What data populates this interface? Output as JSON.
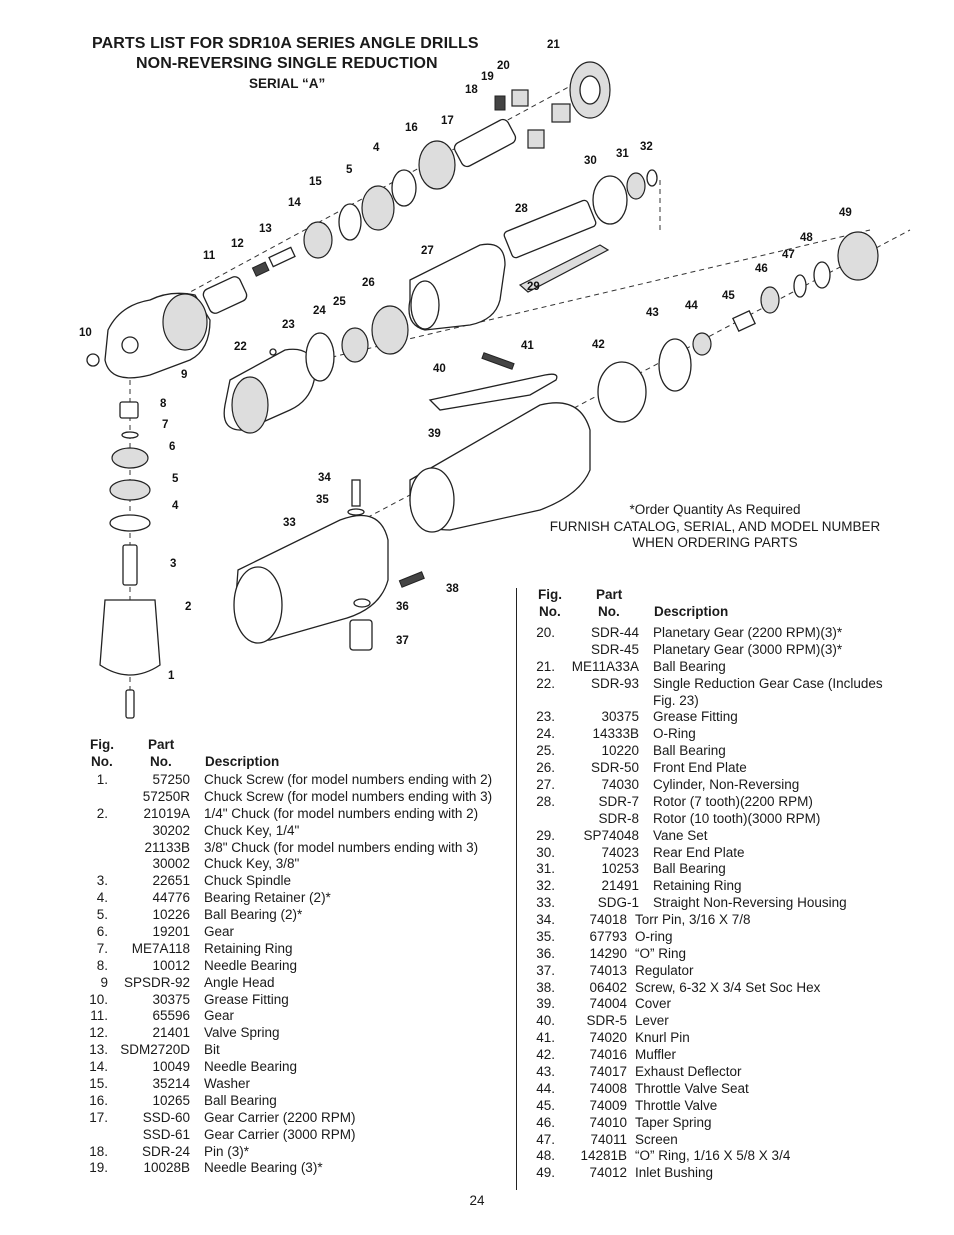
{
  "title_line1": "PARTS LIST FOR SDR10A SERIES ANGLE DRILLS",
  "title_line2": "NON-REVERSING SINGLE REDUCTION",
  "serial": "SERIAL “A”",
  "order_note": [
    "*Order Quantity As Required",
    "FURNISH CATALOG, SERIAL, AND MODEL NUMBER",
    "WHEN ORDERING PARTS"
  ],
  "headers": {
    "fig_line1": "Fig.",
    "fig_line2": "No.",
    "part_line1": "Part",
    "part_line2": "No.",
    "description": "Description"
  },
  "callouts": [
    "1",
    "2",
    "3",
    "4",
    "5",
    "6",
    "7",
    "8",
    "9",
    "10",
    "11",
    "12",
    "13",
    "14",
    "15",
    "16",
    "17",
    "18",
    "19",
    "20",
    "21",
    "22",
    "23",
    "24",
    "25",
    "26",
    "27",
    "28",
    "29",
    "30",
    "31",
    "32",
    "33",
    "34",
    "35",
    "36",
    "37",
    "38",
    "39",
    "40",
    "41",
    "42",
    "43",
    "44",
    "45",
    "46",
    "47",
    "48",
    "49",
    "4",
    "5"
  ],
  "left_rows": [
    {
      "fig": "1.",
      "part": "57250",
      "desc": "Chuck Screw (for model numbers ending with 2)"
    },
    {
      "fig": "",
      "part": "57250R",
      "desc": "Chuck Screw (for model numbers ending with 3)"
    },
    {
      "fig": "2.",
      "part": "21019A",
      "desc": "1/4\" Chuck (for model numbers ending with 2)"
    },
    {
      "fig": "",
      "part": "30202",
      "desc": "Chuck Key, 1/4\""
    },
    {
      "fig": "",
      "part": "21133B",
      "desc": "3/8\" Chuck (for model numbers ending with 3)"
    },
    {
      "fig": "",
      "part": "30002",
      "desc": "Chuck Key, 3/8\""
    },
    {
      "fig": "3.",
      "part": "22651",
      "desc": "Chuck Spindle"
    },
    {
      "fig": "4.",
      "part": "44776",
      "desc": "Bearing Retainer (2)*"
    },
    {
      "fig": "5.",
      "part": "10226",
      "desc": "Ball Bearing (2)*"
    },
    {
      "fig": "6.",
      "part": "19201",
      "desc": "Gear"
    },
    {
      "fig": "7.",
      "part": "ME7A118",
      "desc": "Retaining Ring"
    },
    {
      "fig": "8.",
      "part": "10012",
      "desc": "Needle Bearing"
    },
    {
      "fig": "9",
      "part": "SPSDR-92",
      "desc": "Angle Head"
    },
    {
      "fig": "10.",
      "part": "30375",
      "desc": "Grease Fitting"
    },
    {
      "fig": "11.",
      "part": "65596",
      "desc": "Gear"
    },
    {
      "fig": "12.",
      "part": "21401",
      "desc": "Valve Spring"
    },
    {
      "fig": "13.",
      "part": "SDM2720D",
      "desc": "Bit"
    },
    {
      "fig": "14.",
      "part": "10049",
      "desc": "Needle Bearing"
    },
    {
      "fig": "15.",
      "part": "35214",
      "desc": "Washer"
    },
    {
      "fig": "16.",
      "part": "10265",
      "desc": "Ball Bearing"
    },
    {
      "fig": "17.",
      "part": "SSD-60",
      "desc": "Gear Carrier (2200 RPM)"
    },
    {
      "fig": "",
      "part": "SSD-61",
      "desc": "Gear Carrier (3000 RPM)"
    },
    {
      "fig": "18.",
      "part": "SDR-24",
      "desc": "Pin (3)*"
    },
    {
      "fig": "19.",
      "part": "10028B",
      "desc": "Needle Bearing (3)*"
    }
  ],
  "right_rows": [
    {
      "fig": "20.",
      "part": "SDR-44",
      "desc": "Planetary Gear (2200 RPM)(3)*"
    },
    {
      "fig": "",
      "part": "SDR-45",
      "desc": "Planetary Gear (3000 RPM)(3)*"
    },
    {
      "fig": "21.",
      "part": "ME11A33A",
      "desc": "Ball Bearing"
    },
    {
      "fig": "22.",
      "part": "SDR-93",
      "desc": "Single Reduction Gear Case (Includes"
    },
    {
      "fig": "",
      "part": "",
      "desc": "Fig. 23)"
    },
    {
      "fig": "23.",
      "part": "30375",
      "desc": "Grease Fitting"
    },
    {
      "fig": "24.",
      "part": "14333B",
      "desc": "O-Ring"
    },
    {
      "fig": "25.",
      "part": "10220",
      "desc": "Ball Bearing"
    },
    {
      "fig": "26.",
      "part": "SDR-50",
      "desc": "Front End Plate"
    },
    {
      "fig": "27.",
      "part": "74030",
      "desc": "Cylinder, Non-Reversing"
    },
    {
      "fig": "28.",
      "part": "SDR-7",
      "desc": "Rotor (7 tooth)(2200 RPM)"
    },
    {
      "fig": "",
      "part": "SDR-8",
      "desc": "Rotor (10 tooth)(3000 RPM)"
    },
    {
      "fig": "29.",
      "part": "SP74048",
      "desc": "Vane Set"
    },
    {
      "fig": "30.",
      "part": "74023",
      "desc": "Rear End Plate"
    },
    {
      "fig": "31.",
      "part": "10253",
      "desc": "Ball Bearing"
    },
    {
      "fig": "32.",
      "part": "21491",
      "desc": "Retaining Ring"
    },
    {
      "fig": "33.",
      "part": "SDG-1",
      "desc": "Straight Non-Reversing Housing"
    }
  ],
  "right_rows_b": [
    {
      "fig": "34.",
      "part": "74018",
      "desc": "Torr Pin, 3/16 X 7/8"
    },
    {
      "fig": "35.",
      "part": "67793",
      "desc": "O-ring"
    },
    {
      "fig": "36.",
      "part": "14290",
      "desc": "“O” Ring"
    },
    {
      "fig": "37.",
      "part": "74013",
      "desc": "Regulator"
    },
    {
      "fig": "38.",
      "part": "06402",
      "desc": "Screw, 6-32 X 3/4 Set Soc Hex"
    },
    {
      "fig": "39.",
      "part": "74004",
      "desc": "Cover"
    },
    {
      "fig": "40.",
      "part": "SDR-5",
      "desc": "Lever"
    },
    {
      "fig": "41.",
      "part": "74020",
      "desc": "Knurl Pin"
    },
    {
      "fig": "42.",
      "part": "74016",
      "desc": "Muffler"
    },
    {
      "fig": "43.",
      "part": "74017",
      "desc": "Exhaust Deflector"
    },
    {
      "fig": "44.",
      "part": "74008",
      "desc": "Throttle Valve Seat"
    },
    {
      "fig": "45.",
      "part": "74009",
      "desc": "Throttle Valve"
    },
    {
      "fig": "46.",
      "part": "74010",
      "desc": "Taper Spring"
    },
    {
      "fig": "47.",
      "part": "74011",
      "desc": "Screen"
    },
    {
      "fig": "48.",
      "part": "14281B",
      "desc": "“O” Ring, 1/16 X 5/8 X 3/4"
    },
    {
      "fig": "49.",
      "part": "74012",
      "desc": "Inlet Bushing"
    }
  ],
  "page_number": "24"
}
